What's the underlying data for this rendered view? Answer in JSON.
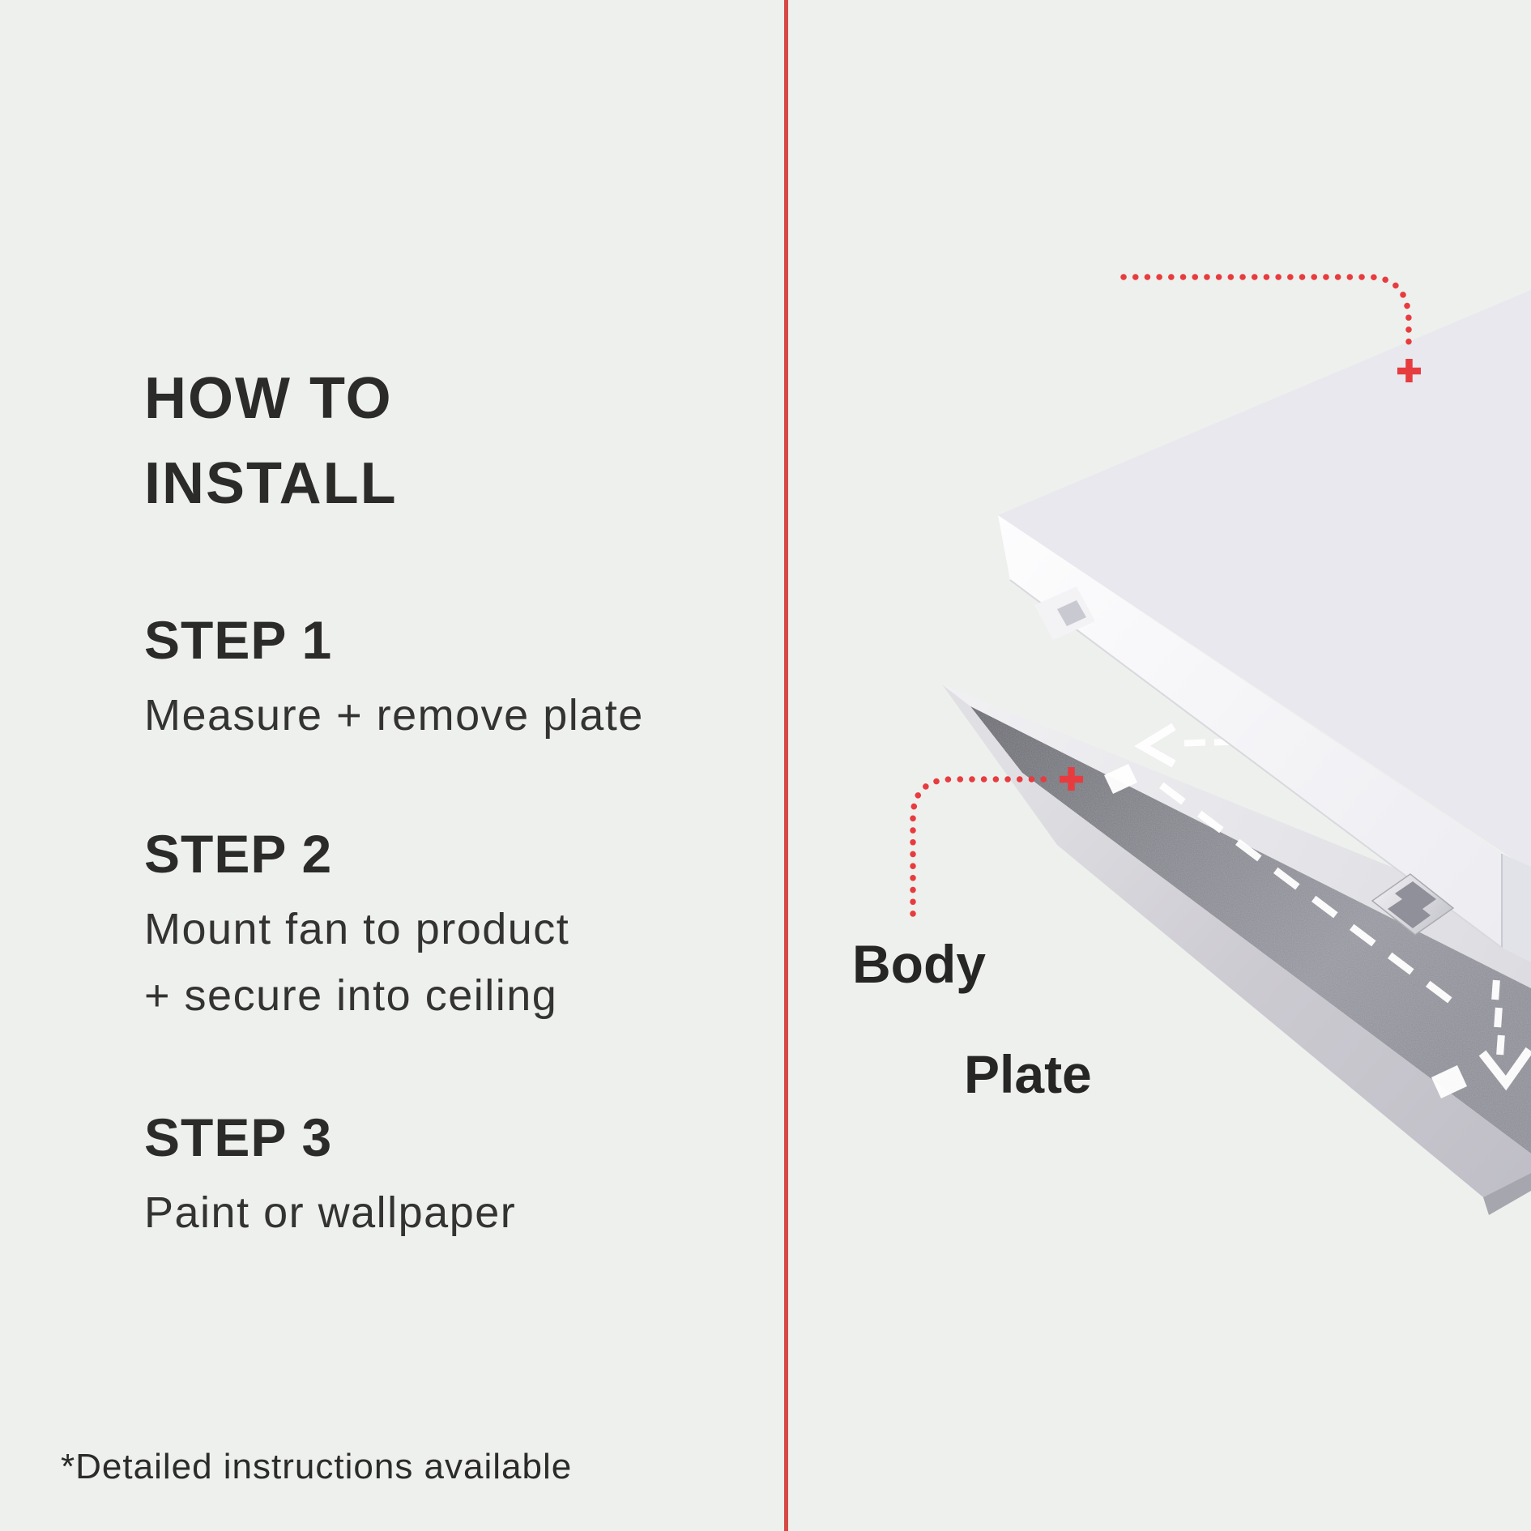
{
  "page": {
    "background_color": "#eef0ed",
    "divider_color": "#d54a46",
    "accent_red": "#e73c3f"
  },
  "left_panel": {
    "title_line1": "HOW TO",
    "title_line2": "INSTALL",
    "steps": [
      {
        "heading": "STEP 1",
        "line1": "Measure + remove plate",
        "line2": ""
      },
      {
        "heading": "STEP 2",
        "line1": "Mount fan to product",
        "line2": "+ secure into ceiling"
      },
      {
        "heading": "STEP 3",
        "line1": "Paint or wallpaper",
        "line2": ""
      }
    ],
    "footnote": "*Detailed instructions available"
  },
  "diagram": {
    "plate_label": "Plate",
    "body_label": "Body",
    "part_colors": {
      "plate_top": "#e8e8ee",
      "plate_front": "#fcfcfd",
      "body_dark_band": "#82828a",
      "body_rim": "#e6e6ea"
    }
  }
}
